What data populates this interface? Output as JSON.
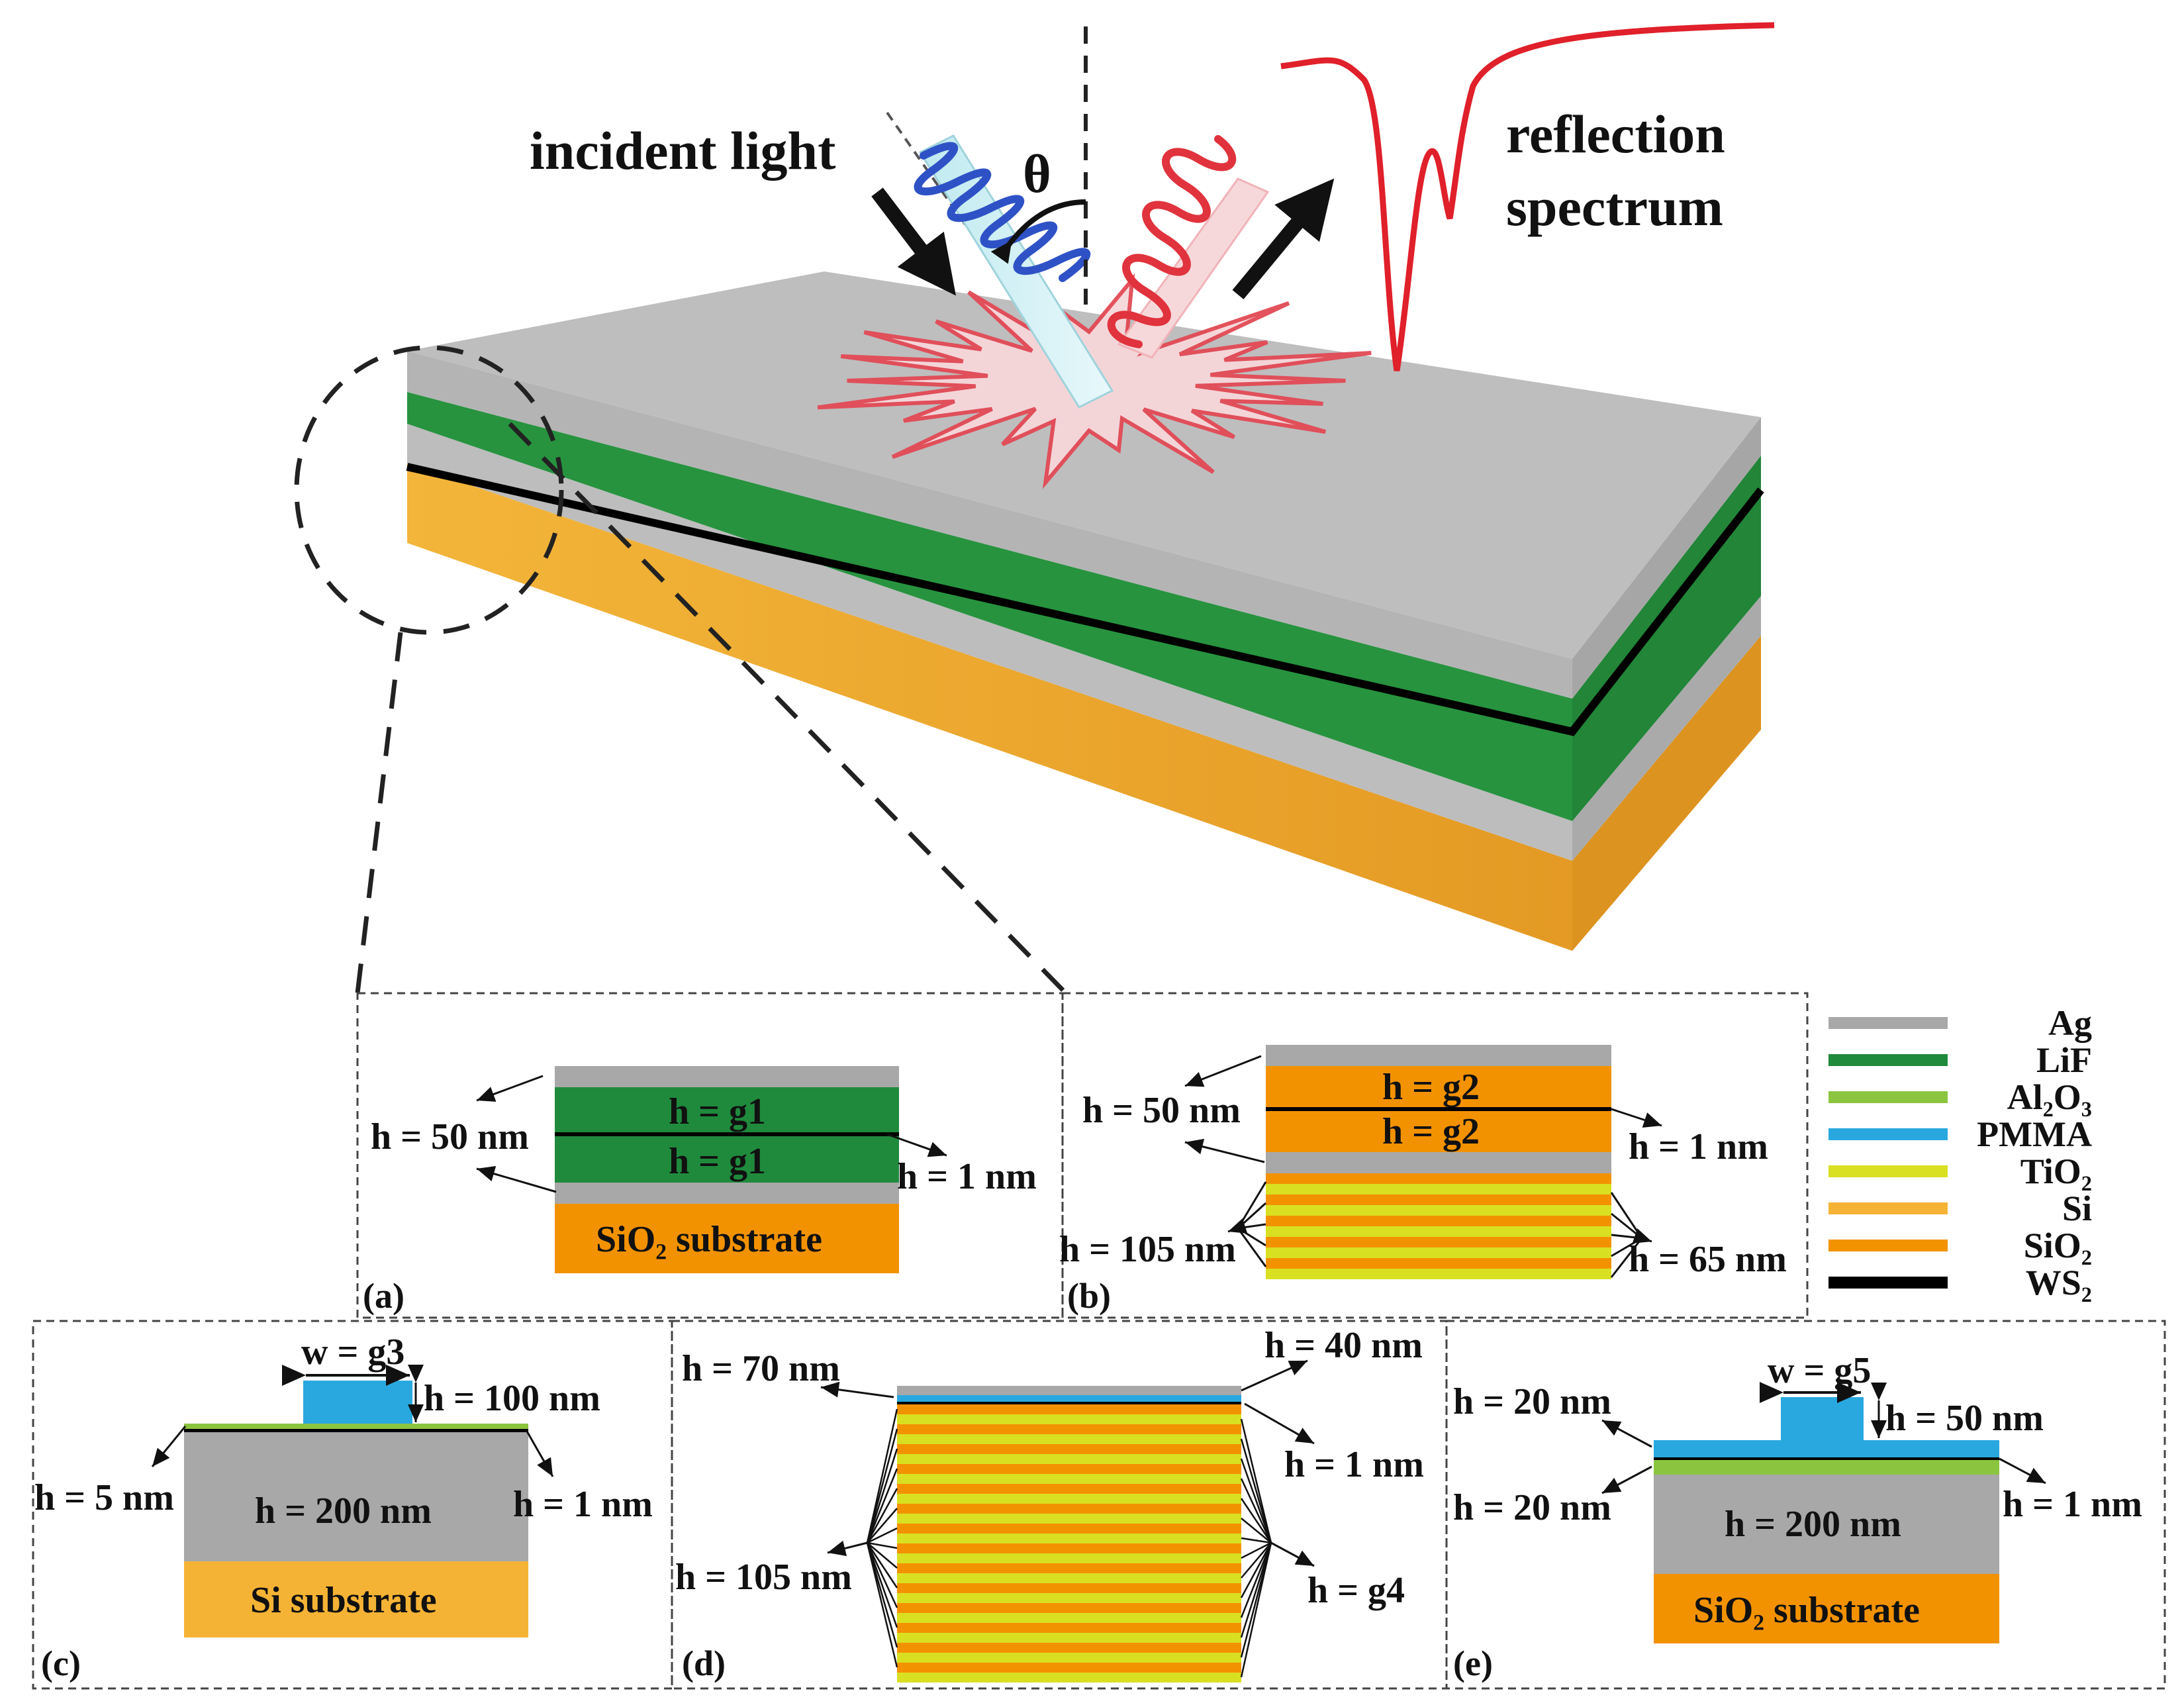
{
  "top": {
    "incident_label": "incident light",
    "angle_label": "θ",
    "reflection_line1": "reflection",
    "reflection_line2": "spectrum"
  },
  "legend": [
    {
      "name": "Ag",
      "color": "#a8a8a8"
    },
    {
      "name": "LiF",
      "color": "#1f8a3c"
    },
    {
      "name": "Al₂O₃",
      "color": "#8bc53f"
    },
    {
      "name": "PMMA",
      "color": "#29a8e0"
    },
    {
      "name": "TiO₂",
      "color": "#d9e021"
    },
    {
      "name": "Si",
      "color": "#f5b335"
    },
    {
      "name": "SiO₂",
      "color": "#f39200"
    },
    {
      "name": "WS₂",
      "color": "#000000"
    }
  ],
  "panel_a": {
    "tag": "(a)",
    "g_top": "h = g1",
    "g_bottom": "h = g1",
    "h_left": "h = 50 nm",
    "h_right": "h = 1 nm",
    "substrate": "SiO₂ substrate"
  },
  "panel_b": {
    "tag": "(b)",
    "g_top": "h = g2",
    "g_bottom": "h = g2",
    "h_left_top": "h = 50 nm",
    "h_right_top": "h = 1 nm",
    "h_left_bottom": "h = 105 nm",
    "h_right_bottom": "h = 65 nm"
  },
  "panel_c": {
    "tag": "(c)",
    "w": "w = g3",
    "h_top": "h = 100 nm",
    "h_left": "h = 5 nm",
    "h_right": "h = 1 nm",
    "h_mid": "h = 200 nm",
    "substrate": "Si substrate"
  },
  "panel_d": {
    "tag": "(d)",
    "h_top_left": "h = 70 nm",
    "h_top_right": "h = 40 nm",
    "h_right_mid": "h = 1 nm",
    "h_left_bottom": "h = 105 nm",
    "h_right_bottom": "h = g4"
  },
  "panel_e": {
    "tag": "(e)",
    "w": "w = g5",
    "h_top": "h = 50 nm",
    "h_left_top": "h = 20 nm",
    "h_left_bottom": "h = 20 nm",
    "h_right": "h = 1 nm",
    "h_mid": "h = 200 nm",
    "substrate": "SiO₂ substrate"
  }
}
